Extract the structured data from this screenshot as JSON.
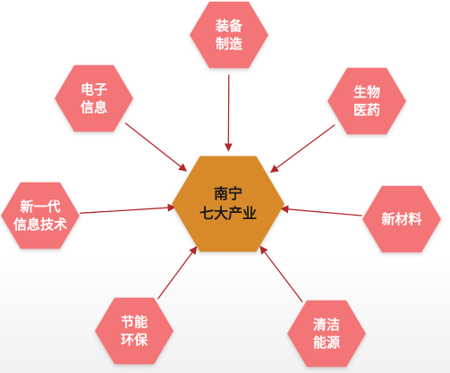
{
  "center": {
    "lines": [
      "南宁",
      "七大产业"
    ]
  },
  "nodes": [
    {
      "id": "equipment",
      "lines": [
        "装备",
        "制造"
      ]
    },
    {
      "id": "bio",
      "lines": [
        "生物",
        "医药"
      ]
    },
    {
      "id": "materials",
      "lines": [
        "新材料"
      ]
    },
    {
      "id": "clean-energy",
      "lines": [
        "清洁",
        "能源"
      ]
    },
    {
      "id": "energy-saving",
      "lines": [
        "节能",
        "环保"
      ]
    },
    {
      "id": "new-it",
      "lines": [
        "新一代",
        "信息技术"
      ]
    },
    {
      "id": "electronics",
      "lines": [
        "电子",
        "信息"
      ]
    }
  ],
  "colors": {
    "center_fill": "#d88a2b",
    "node_fill": "#f47477",
    "arrow": "#b2272c",
    "center_text": "#1a1a1a",
    "node_text": "#ffffff"
  }
}
